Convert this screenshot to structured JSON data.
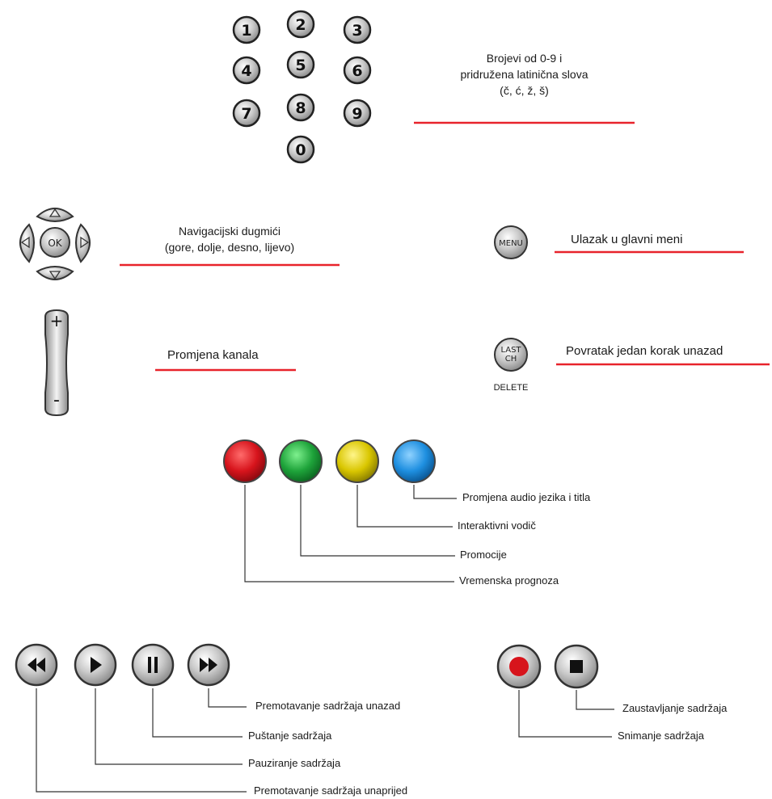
{
  "colors": {
    "accent_line": "#e8232b",
    "leader_line": "#333333",
    "button_red": "#d7141c",
    "button_green": "#1ea33a",
    "button_yellow": "#d9c600",
    "button_blue": "#1e8fe0"
  },
  "numpad": {
    "keys": [
      "1",
      "2",
      "3",
      "4",
      "5",
      "6",
      "7",
      "8",
      "9",
      "0"
    ],
    "label_line1": "Brojevi od 0-9 i",
    "label_line2": "pridružena latinična slova",
    "label_line3": "(č, ć, ž, š)"
  },
  "navigation": {
    "ok_label": "OK",
    "label_line1": "Navigacijski dugmići",
    "label_line2": "(gore, dolje, desno, lijevo)"
  },
  "menu": {
    "button_label": "MENU",
    "label": "Ulazak u glavni meni"
  },
  "channel": {
    "plus": "+",
    "minus": "-",
    "label": "Promjena kanala"
  },
  "last_ch": {
    "button_line1": "LAST",
    "button_line2": "CH",
    "caption": "DELETE",
    "label": "Povratak jedan korak unazad"
  },
  "color_buttons": {
    "blue_label": "Promjena audio jezika i titla",
    "yellow_label": "Interaktivni vodič",
    "green_label": "Promocije",
    "red_label": "Vremenska prognoza"
  },
  "playback": {
    "fastforward_label": "Premotavanje sadržaja unazad",
    "pause_label": "Puštanje sadržaja",
    "play_label": "Pauziranje sadržaja",
    "rewind_label": "Premotavanje sadržaja unaprijed"
  },
  "recording": {
    "stop_label": "Zaustavljanje sadržaja",
    "record_label": "Snimanje sadržaja"
  }
}
